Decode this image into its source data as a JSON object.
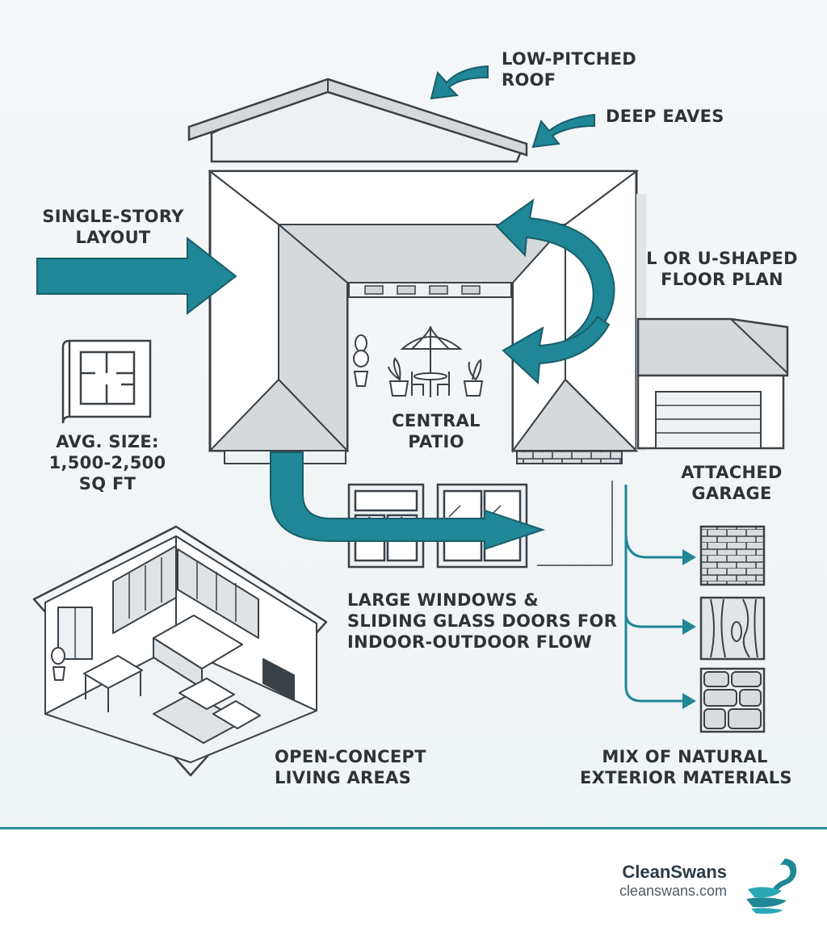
{
  "labels": {
    "roof": [
      "LOW-PITCHED",
      "ROOF"
    ],
    "eaves": [
      "DEEP EAVES"
    ],
    "single_story": [
      "SINGLE-STORY",
      "LAYOUT"
    ],
    "floor_plan": [
      "L OR U-SHAPED",
      "FLOOR PLAN"
    ],
    "avg_size": [
      "AVG. SIZE:",
      "1,500-2,500",
      "SQ FT"
    ],
    "patio": [
      "CENTRAL",
      "PATIO"
    ],
    "garage": [
      "ATTACHED",
      "GARAGE"
    ],
    "windows": [
      "LARGE WINDOWS &",
      "SLIDING GLASS DOORS FOR",
      "INDOOR-OUTDOOR FLOW"
    ],
    "living": [
      "OPEN-CONCEPT",
      "LIVING AREAS"
    ],
    "materials": [
      "MIX OF NATURAL",
      "EXTERIOR MATERIALS"
    ]
  },
  "brand": {
    "name": "CleanSwans",
    "url": "cleanswans.com"
  },
  "colors": {
    "accent": "#1f8796",
    "line": "#3a4147",
    "roof_fill": "#d5d9dc",
    "background": "#f1f5f7"
  },
  "icons": [
    "arrow-icon",
    "floor-plan-icon",
    "patio-umbrella-icon",
    "plant-icon",
    "brick-icon",
    "wood-icon",
    "stone-icon",
    "swan-logo-icon"
  ]
}
